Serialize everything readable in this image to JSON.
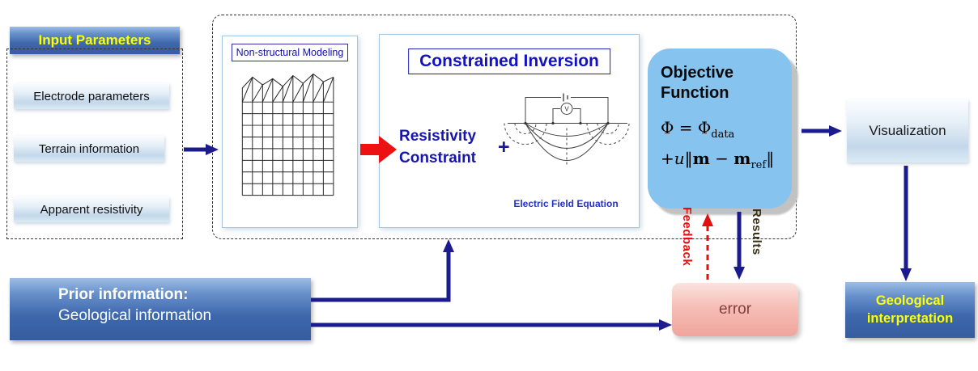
{
  "input_panel": {
    "header": "Input Parameters",
    "items": [
      {
        "label": "Electrode parameters"
      },
      {
        "label": "Terrain information"
      },
      {
        "label": "Apparent resistivity"
      }
    ]
  },
  "modeling": {
    "title": "Non-structural Modeling"
  },
  "inversion": {
    "title": "Constrained Inversion",
    "constraint_line1": "Resistivity",
    "constraint_line2": "Constraint",
    "plus": "+",
    "figure_caption": "Electric Field Equation",
    "voltmeter_label": "V"
  },
  "objective": {
    "title": "Objective Function",
    "formula": {
      "phi_eq": "Φ = Φ",
      "sub_data": "data",
      "plus_u": "+u",
      "norm_open": "‖",
      "m1": "m",
      "minus": " − ",
      "m2": "m",
      "sub_ref": "ref",
      "norm_close": "‖"
    }
  },
  "outputs": {
    "visualization": "Visualization",
    "geological_line1": "Geological",
    "geological_line2": "interpretation"
  },
  "prior": {
    "line1": "Prior information:",
    "line2": "Geological information"
  },
  "loop": {
    "error": "error",
    "feedback": "Feedback",
    "results": "Results"
  },
  "colors": {
    "arrow_blue": "#1b1b8e",
    "arrow_red": "#ee1111",
    "feedback_red": "#e01010",
    "results_brown": "#3c3118",
    "highlight_yellow": "#ffff00",
    "objective_fill": "#86c3ee",
    "error_text": "#833f3a"
  }
}
